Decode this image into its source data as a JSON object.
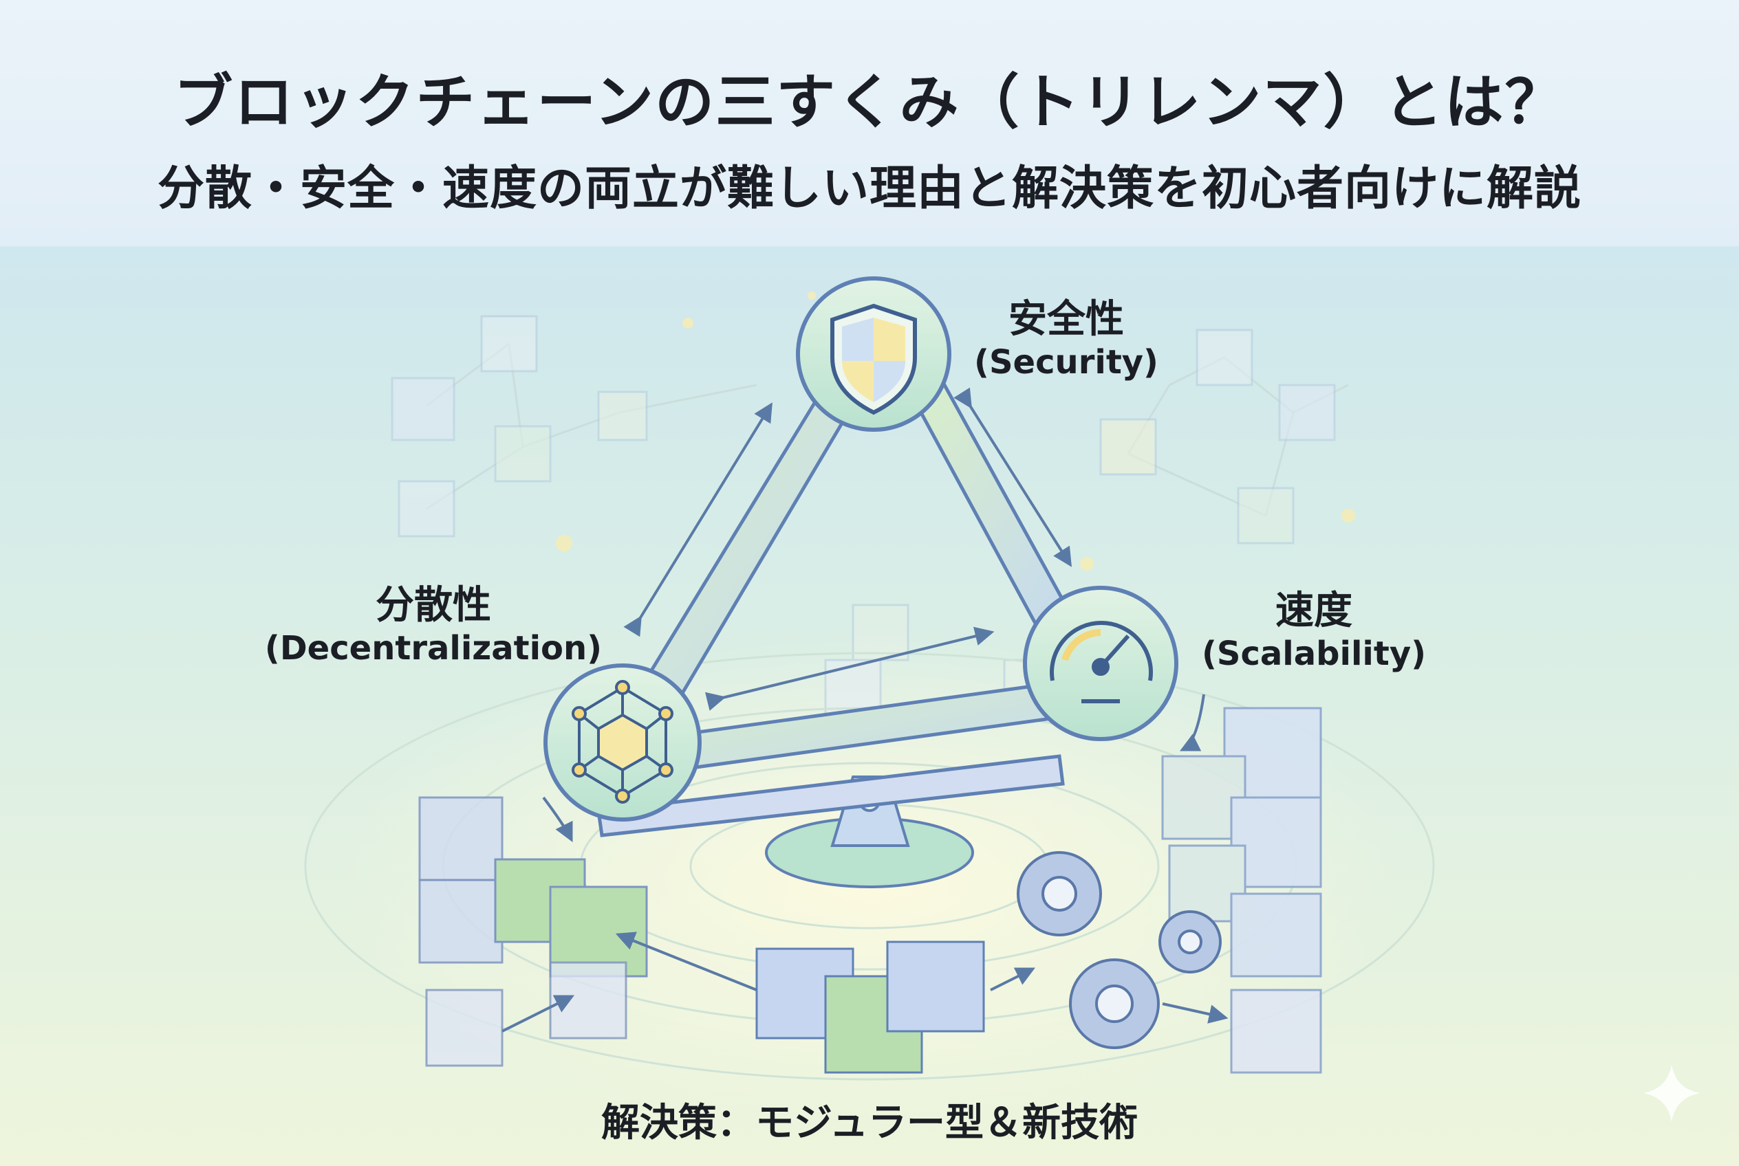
{
  "header": {
    "title": "ブロックチェーンの三すくみ（トリレンマ）とは？",
    "subtitle": "分散・安全・速度の両立が難しい理由と解決策を初心者向けに解説"
  },
  "nodes": {
    "security": {
      "jp": "安全性",
      "en": "(Security)",
      "icon": "shield-icon"
    },
    "decentralization": {
      "jp": "分散性",
      "en": "(Decentralization)",
      "icon": "network-cube-icon"
    },
    "scalability": {
      "jp": "速度",
      "en": "(Scalability)",
      "icon": "speedometer-icon"
    }
  },
  "solution": {
    "label": "解決策：モジュラー型＆新技術"
  },
  "colors": {
    "accent_green": "#bfe3b0",
    "accent_blue": "#c7daf0",
    "line": "#4a6fa0",
    "text": "#1b1e24"
  }
}
